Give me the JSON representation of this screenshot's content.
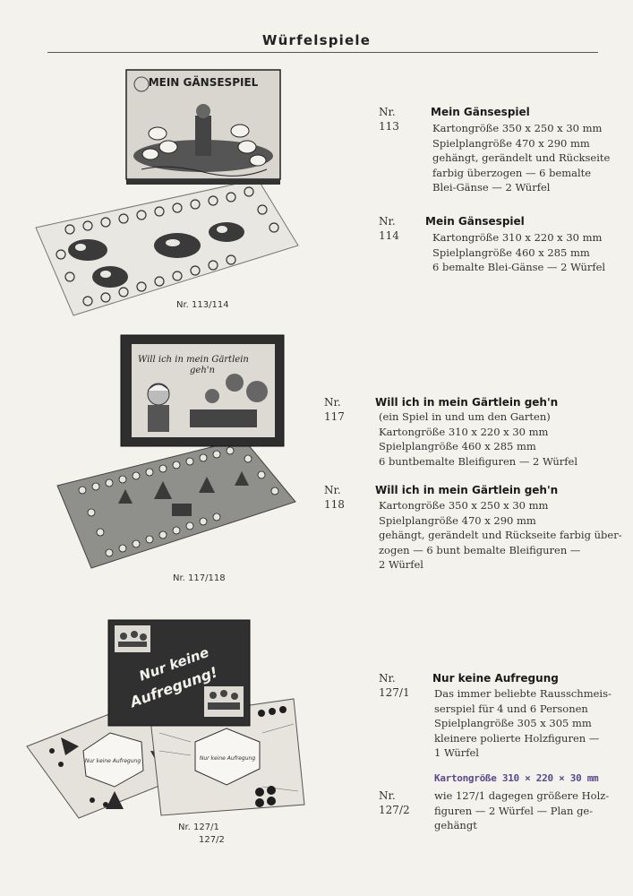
{
  "header": {
    "title": "Würfelspiele"
  },
  "products": [
    {
      "figure": {
        "box_title": "MEIN GÄNSESPIEL",
        "caption": "Nr. 113/114"
      },
      "entries": [
        {
          "nr": "Nr. 113",
          "title": "Mein Gänsespiel",
          "lines": [
            "Kartongröße 350 x 250 x 30 mm",
            "Spielplangröße 470 x 290 mm",
            "gehängt, gerändelt und Rückseite",
            "farbig überzogen — 6 bemalte",
            "Blei-Gänse — 2 Würfel"
          ]
        },
        {
          "nr": "Nr. 114",
          "title": "Mein Gänsespiel",
          "lines": [
            "Kartongröße 310 x 220 x 30 mm",
            "Spielplangröße 460 x 285 mm",
            "6 bemalte Blei-Gänse — 2 Würfel"
          ]
        }
      ]
    },
    {
      "figure": {
        "box_title_line1": "Will ich in mein Gärtlein",
        "box_title_line2": "geh'n",
        "caption": "Nr. 117/118"
      },
      "entries": [
        {
          "nr": "Nr. 117",
          "title": "Will ich in mein Gärtlein geh'n",
          "lines": [
            "(ein Spiel in und um den Garten)",
            "Kartongröße 310 x 220 x 30 mm",
            "Spielplangröße 460 x 285 mm",
            "6 buntbemalte Bleifiguren — 2 Würfel"
          ]
        },
        {
          "nr": "Nr. 118",
          "title": "Will ich in mein Gärtlein geh'n",
          "lines": [
            "Kartongröße 350 x 250 x 30 mm",
            "Spielplangröße 470 x 290 mm",
            "gehängt, gerändelt und Rückseite farbig über-",
            "zogen — 6 bunt bemalte Bleifiguren —",
            "2 Würfel"
          ]
        }
      ]
    },
    {
      "figure": {
        "box_title_line1": "Nur keine",
        "box_title_line2": "Aufregung!",
        "board_text1": "Nur keine Aufregung",
        "board_text2": "Nur keine Aufregung",
        "caption_line1": "Nr. 127/1",
        "caption_line2": "127/2"
      },
      "entries": [
        {
          "nr": "Nr. 127/1",
          "title": "Nur keine Aufregung",
          "lines": [
            "Das immer beliebte Rausschmeis-",
            "serspiel für 4 und 6 Personen",
            "Spielplangröße 305 x 305 mm",
            "kleinere polierte Holzfiguren —",
            "1 Würfel"
          ],
          "stamp": "Kartongröße 310 × 220 × 30 mm"
        },
        {
          "nr": "Nr. 127/2",
          "title": "",
          "lines": [
            "wie 127/1 dagegen größere Holz-",
            "figuren — 2 Würfel — Plan ge-",
            "gehängt"
          ]
        }
      ]
    }
  ]
}
